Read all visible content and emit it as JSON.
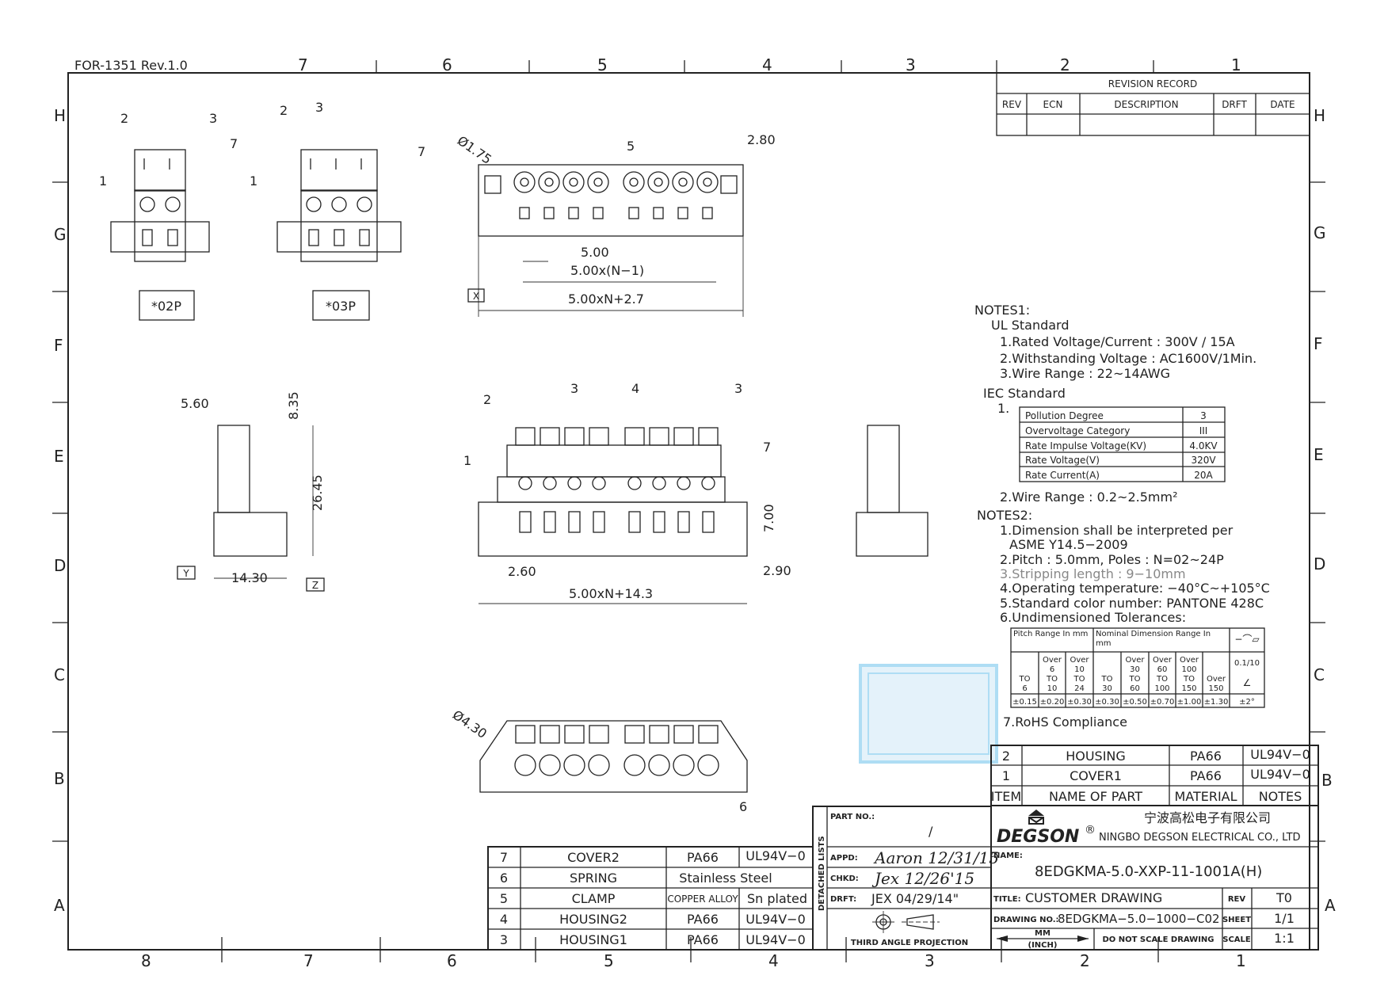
{
  "form_id": "FOR-1351 Rev.1.0",
  "zones": {
    "top": [
      "7",
      "6",
      "5",
      "4",
      "3",
      "2",
      "1"
    ],
    "bottom": [
      "8",
      "7",
      "6",
      "5",
      "4",
      "3",
      "2",
      "1"
    ],
    "rows": [
      "H",
      "G",
      "F",
      "E",
      "D",
      "C",
      "B",
      "A"
    ]
  },
  "revision_record": {
    "title": "REVISION RECORD",
    "columns": [
      "REV",
      "ECN",
      "DESCRIPTION",
      "DRFT",
      "DATE"
    ]
  },
  "views": {
    "label_02p": "*02P",
    "label_03p": "*03P",
    "balloons": [
      "1",
      "2",
      "3",
      "4",
      "5",
      "6",
      "7"
    ],
    "datums": [
      "X",
      "Y",
      "Z"
    ],
    "dims": {
      "hole_dia": "Ø1.75",
      "top_2_80": "2.80",
      "pitch": "5.00",
      "pitch_n1": "5.00x(N−1)",
      "overall_top": "5.00xN+2.7",
      "side_5_60": "5.60",
      "side_8_35": "8.35",
      "side_26_45": "26.45",
      "side_14_30": "14.30",
      "front_2_60": "2.60",
      "front_2_90": "2.90",
      "front_7_00": "7.00",
      "overall_front": "5.00xN+14.3",
      "bottom_dia": "Ø4.30"
    }
  },
  "notes1": {
    "heading": "NOTES1:",
    "ul_heading": "UL Standard",
    "ul_items": [
      "1.Rated Voltage/Current : 300V / 15A",
      "2.Withstanding Voltage : AC1600V/1Min.",
      "3.Wire Range : 22~14AWG"
    ],
    "iec_heading": "IEC Standard",
    "iec_item1": "1.",
    "iec_table": [
      {
        "param": "Pollution Degree",
        "value": "3"
      },
      {
        "param": "Overvoltage Category",
        "value": "III"
      },
      {
        "param": "Rate Impulse Voltage(KV)",
        "value": "4.0KV"
      },
      {
        "param": "Rate Voltage(V)",
        "value": "320V"
      },
      {
        "param": "Rate Current(A)",
        "value": "20A"
      }
    ],
    "iec_item2": "2.Wire Range : 0.2~2.5mm²"
  },
  "notes2": {
    "heading": "NOTES2:",
    "items": [
      "1.Dimension shall be interpreted per",
      "ASME Y14.5−2009",
      "2.Pitch : 5.0mm, Poles : N=02~24P",
      "3.Stripping length : 9−10mm",
      "4.Operating temperature: −40°C~+105°C",
      "5.Standard color number: PANTONE 428C",
      "6.Undimensioned Tolerances:"
    ],
    "rohs": "7.RoHS Compliance"
  },
  "tolerances": {
    "pitch_header": "Pitch Range In mm",
    "nominal_header": "Nominal Dimension Range In mm",
    "symbols": "−⌒▱",
    "ranges": [
      "TO 6",
      "Over 6 TO 10",
      "Over 10 TO 24",
      "TO 30",
      "Over 30 TO 60",
      "Over 60 TO 100",
      "Over 100 TO 150",
      "Over 150"
    ],
    "values": [
      "±0.15",
      "±0.20",
      "±0.30",
      "±0.30",
      "±0.50",
      "±0.70",
      "±1.00",
      "±1.30"
    ],
    "flatness": "0.1/10",
    "angle_symbol": "∠",
    "angle_value": "±2°"
  },
  "parts_right": [
    {
      "item": "2",
      "name": "HOUSING",
      "material": "PA66",
      "notes": "UL94V−0"
    },
    {
      "item": "1",
      "name": "COVER1",
      "material": "PA66",
      "notes": "UL94V−0"
    }
  ],
  "parts_header": {
    "item": "ITEM",
    "name": "NAME OF PART",
    "material": "MATERIAL",
    "notes": "NOTES"
  },
  "parts_left": [
    {
      "item": "7",
      "name": "COVER2",
      "material": "PA66",
      "notes": "UL94V−0"
    },
    {
      "item": "6",
      "name": "SPRING",
      "material": "Stainless Steel",
      "notes": ""
    },
    {
      "item": "5",
      "name": "CLAMP",
      "material": "COPPER ALLOY",
      "notes": "Sn plated"
    },
    {
      "item": "4",
      "name": "HOUSING2",
      "material": "PA66",
      "notes": "UL94V−0"
    },
    {
      "item": "3",
      "name": "HOUSING1",
      "material": "PA66",
      "notes": "UL94V−0"
    }
  ],
  "approval": {
    "detached_lists": "DETACHED LISTS",
    "part_no_label": "PART NO.:",
    "part_no": "/",
    "appd_label": "APPD:",
    "appd": "Aaron 12/31/15",
    "chkd_label": "CHKD:",
    "chkd": "Jex 12/26'15",
    "drft_label": "DRFT:",
    "drft": "JEX 04/29/14\"",
    "projection": "THIRD ANGLE PROJECTION"
  },
  "company": {
    "brand": "DEGSON",
    "registered": "®",
    "name_cn": "宁波高松电子有限公司",
    "name_en": "NINGBO DEGSON ELECTRICAL CO., LTD"
  },
  "title_block": {
    "name_label": "NAME:",
    "name": "8EDGKMA-5.0-XXP-11-1001A(H)",
    "title_label": "TITLE:",
    "title": "CUSTOMER DRAWING",
    "rev_label": "REV",
    "rev": "T0",
    "drawing_no_label": "DRAWING NO.:",
    "drawing_no": "8EDGKMA−5.0−1000−C02",
    "sheet_label": "SHEET",
    "sheet": "1/1",
    "units_mm": "MM",
    "units_inch": "(INCH)",
    "do_not_scale": "DO NOT SCALE DRAWING",
    "scale_label": "SCALE",
    "scale": "1:1"
  },
  "colors": {
    "ink": "#222222",
    "stamp": "#6cc3ec"
  }
}
